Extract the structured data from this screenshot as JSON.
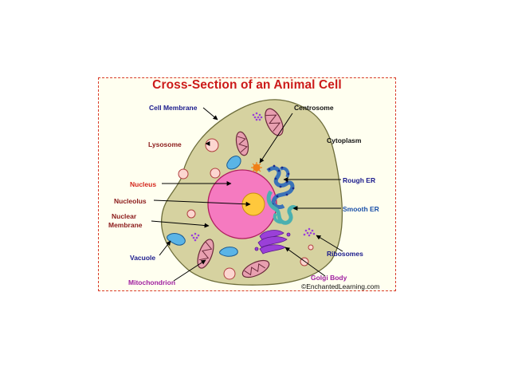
{
  "title": "Cross-Section of an Animal Cell",
  "labels": {
    "cell_membrane": "Cell Membrane",
    "centrosome": "Centrosome",
    "lysosome": "Lysosome",
    "cytoplasm": "Cytoplasm",
    "nucleus": "Nucleus",
    "rough_er": "Rough ER",
    "nucleolus": "Nucleolus",
    "nuclear_membrane_line1": "Nuclear",
    "nuclear_membrane_line2": "Membrane",
    "smooth_er": "Smooth ER",
    "vacuole": "Vacuole",
    "ribosomes": "Ribosomes",
    "golgi_body": "Golgi Body",
    "mitochondrion": "Mitochondrion"
  },
  "credit": "©EnchantedLearning.com",
  "colors": {
    "cytoplasm": "#d6d2a0",
    "nucleus": "#f57ac0",
    "nucleolus": "#ffc83c",
    "mitochondrion": "#e8a0b0",
    "lysosome": "#fcd6d0",
    "vacuole": "#5ab4e6",
    "rough_er": "#5a9fd8",
    "smooth_er": "#5cc0c0",
    "golgi": "#9a40d8",
    "centrosome": "#f08018",
    "title": "#cc1a1a"
  }
}
